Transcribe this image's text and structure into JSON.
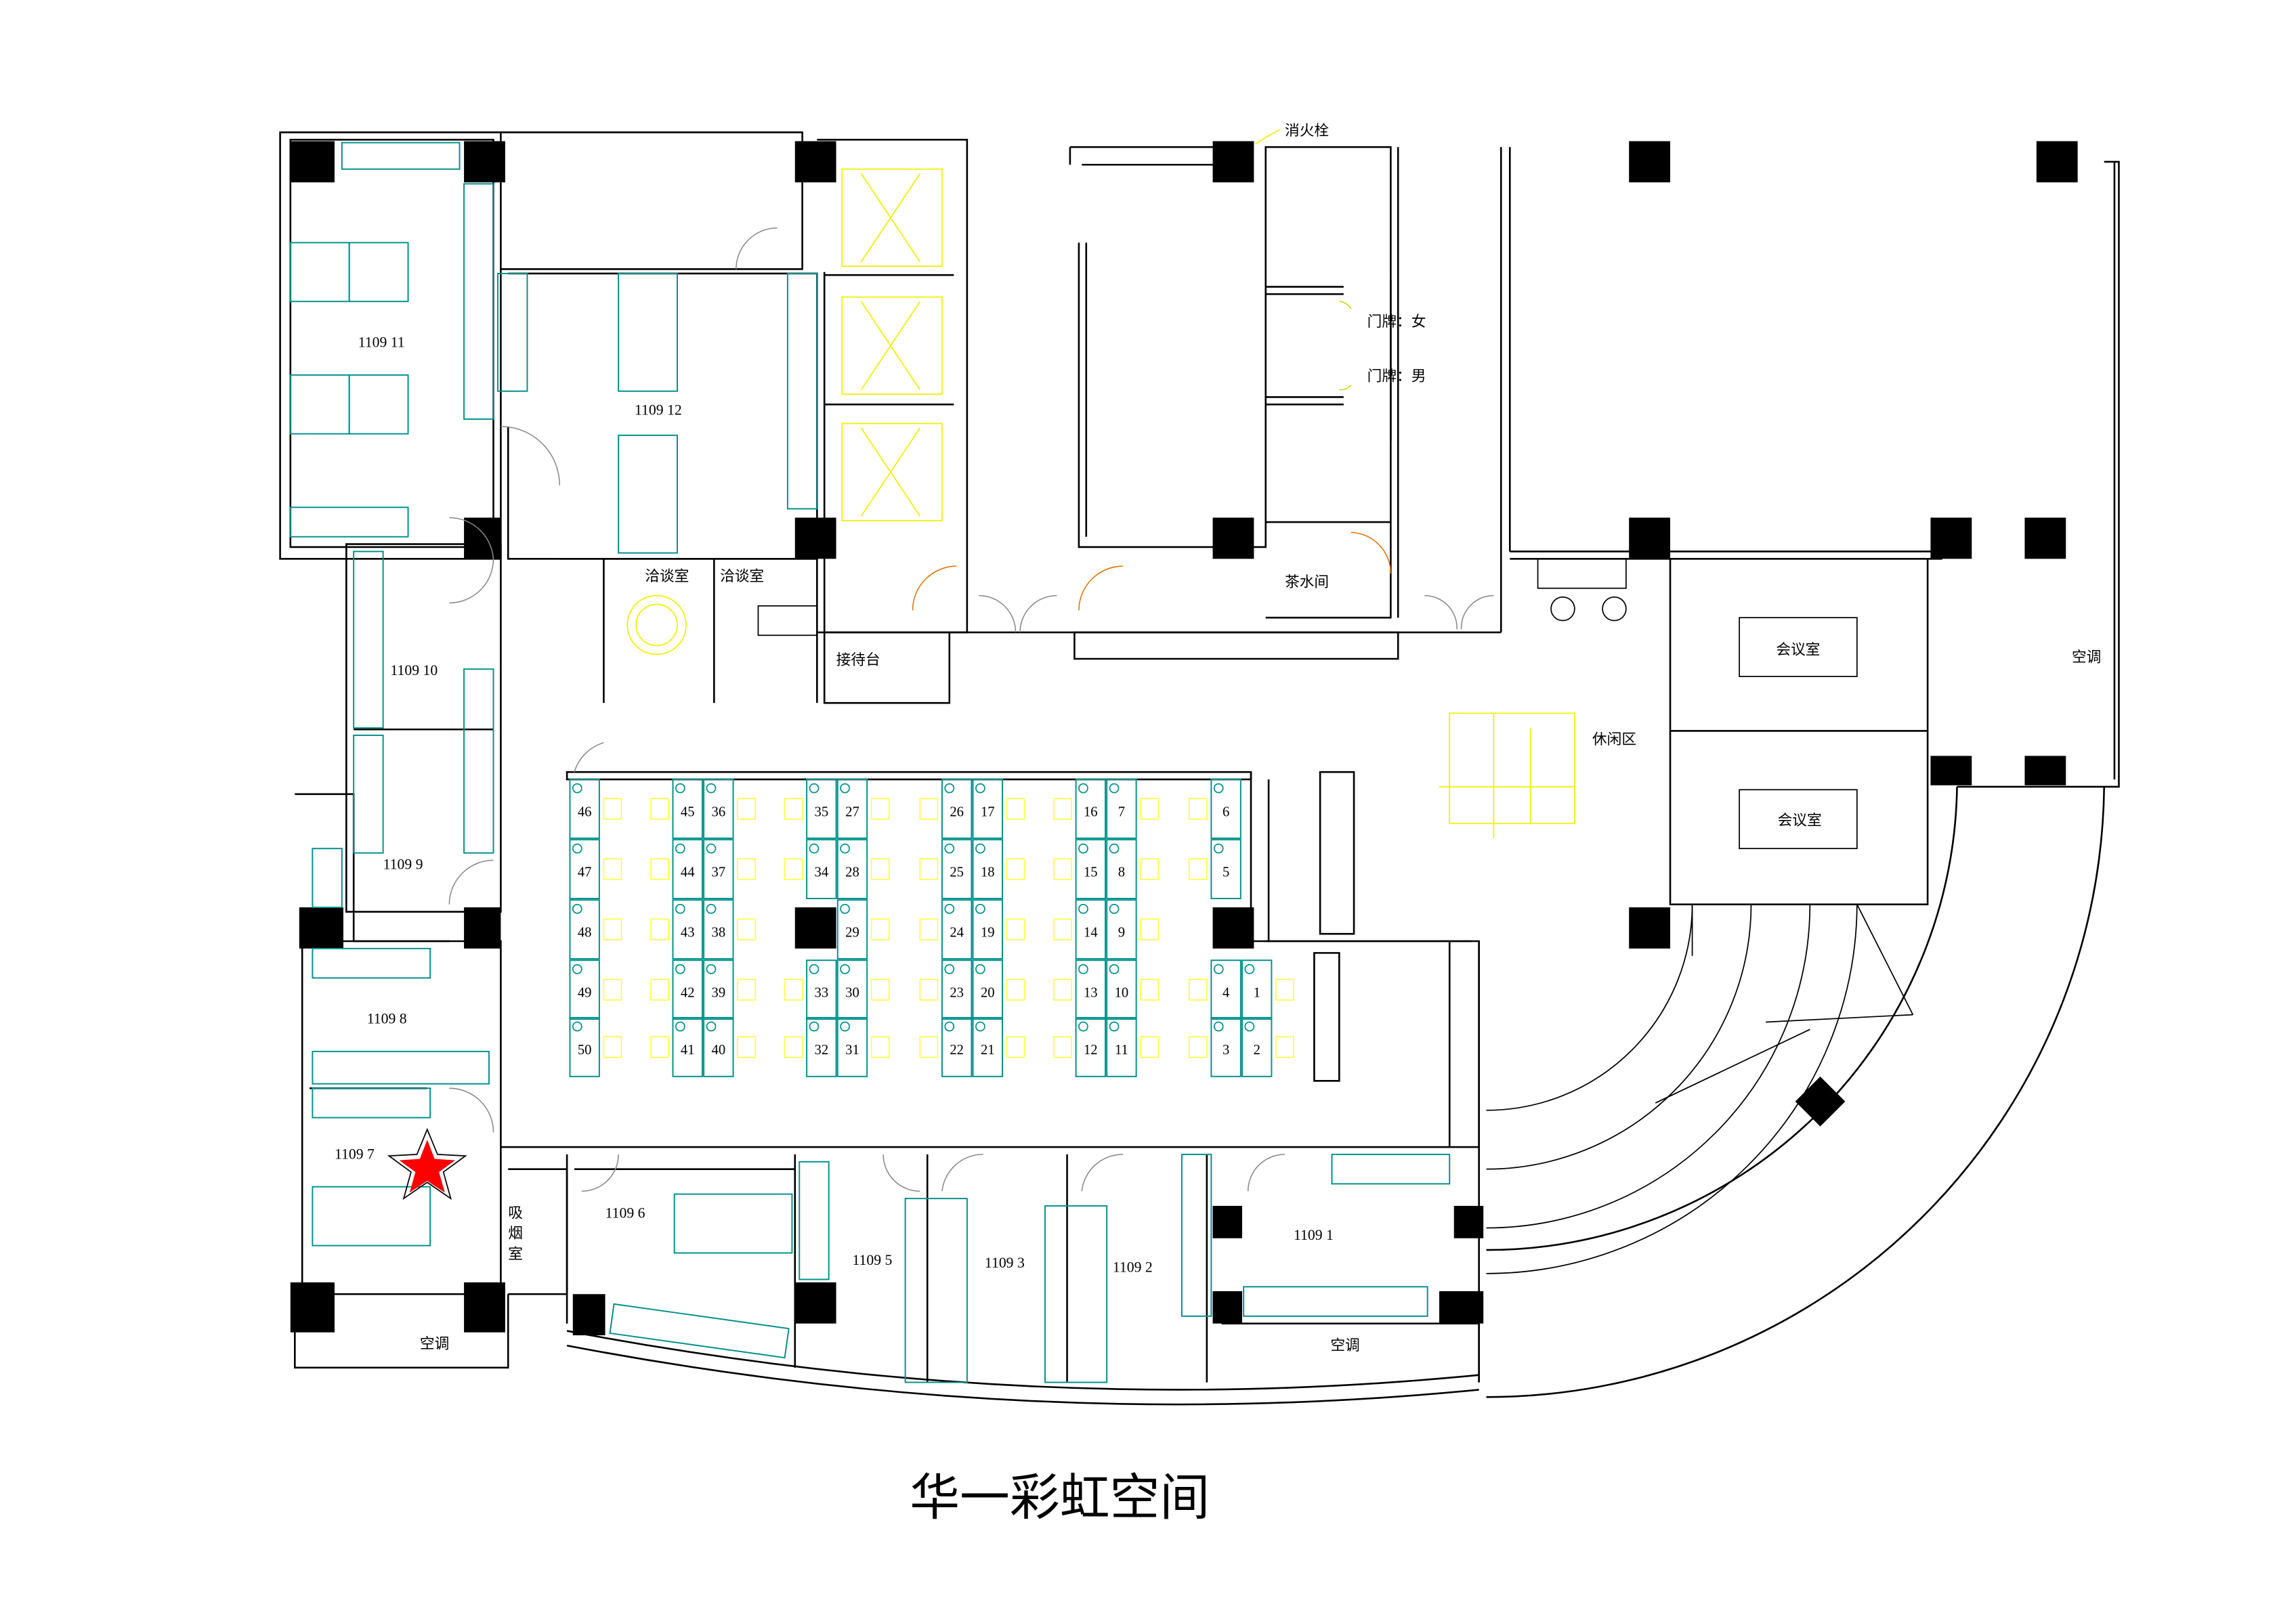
{
  "title": "华一彩虹空间",
  "rooms": {
    "r11": "1109  11",
    "r12": "1109  12",
    "r10": "1109  10",
    "r9": "1109  9",
    "r8": "1109  8",
    "r7": "1109  7",
    "r6": "1109  6",
    "r5": "1109  5",
    "r3": "1109  3",
    "r2": "1109  2",
    "r1": "1109  1"
  },
  "areas": {
    "negotiation_1": "洽谈室",
    "negotiation_2": "洽谈室",
    "reception": "接待台",
    "tea_room": "茶水间",
    "lounge": "休闲区",
    "meeting_1": "会议室",
    "meeting_2": "会议室",
    "ac_right": "空调",
    "ac_left": "空调",
    "ac_bottom": "空调",
    "smoking": [
      "吸",
      "烟",
      "室"
    ]
  },
  "annotations": {
    "hydrant": "消火栓",
    "sign_female": "门牌：女",
    "sign_male": "门牌：男"
  },
  "open_office": {
    "columns": [
      [
        "46",
        "47",
        "48",
        "49",
        "50"
      ],
      [
        "45",
        "44",
        "43",
        "42",
        "41"
      ],
      [
        "36",
        "37",
        "38",
        "39",
        "40"
      ],
      [
        "35",
        "34",
        "",
        "33",
        "32"
      ],
      [
        "27",
        "28",
        "29",
        "30",
        "31"
      ],
      [
        "26",
        "25",
        "24",
        "23",
        "22"
      ],
      [
        "17",
        "18",
        "19",
        "20",
        "21"
      ],
      [
        "16",
        "15",
        "14",
        "13",
        "12"
      ],
      [
        "7",
        "8",
        "9",
        "10",
        "11"
      ],
      [
        "6",
        "5",
        "",
        "4",
        "3"
      ],
      [
        "",
        "",
        "",
        "1",
        "2"
      ]
    ]
  },
  "marker": {
    "type": "star",
    "color": "#ff0000",
    "location": "1109  7"
  },
  "colors": {
    "desk": "#00918a",
    "furniture": "#ffff30",
    "wall": "#000000"
  }
}
